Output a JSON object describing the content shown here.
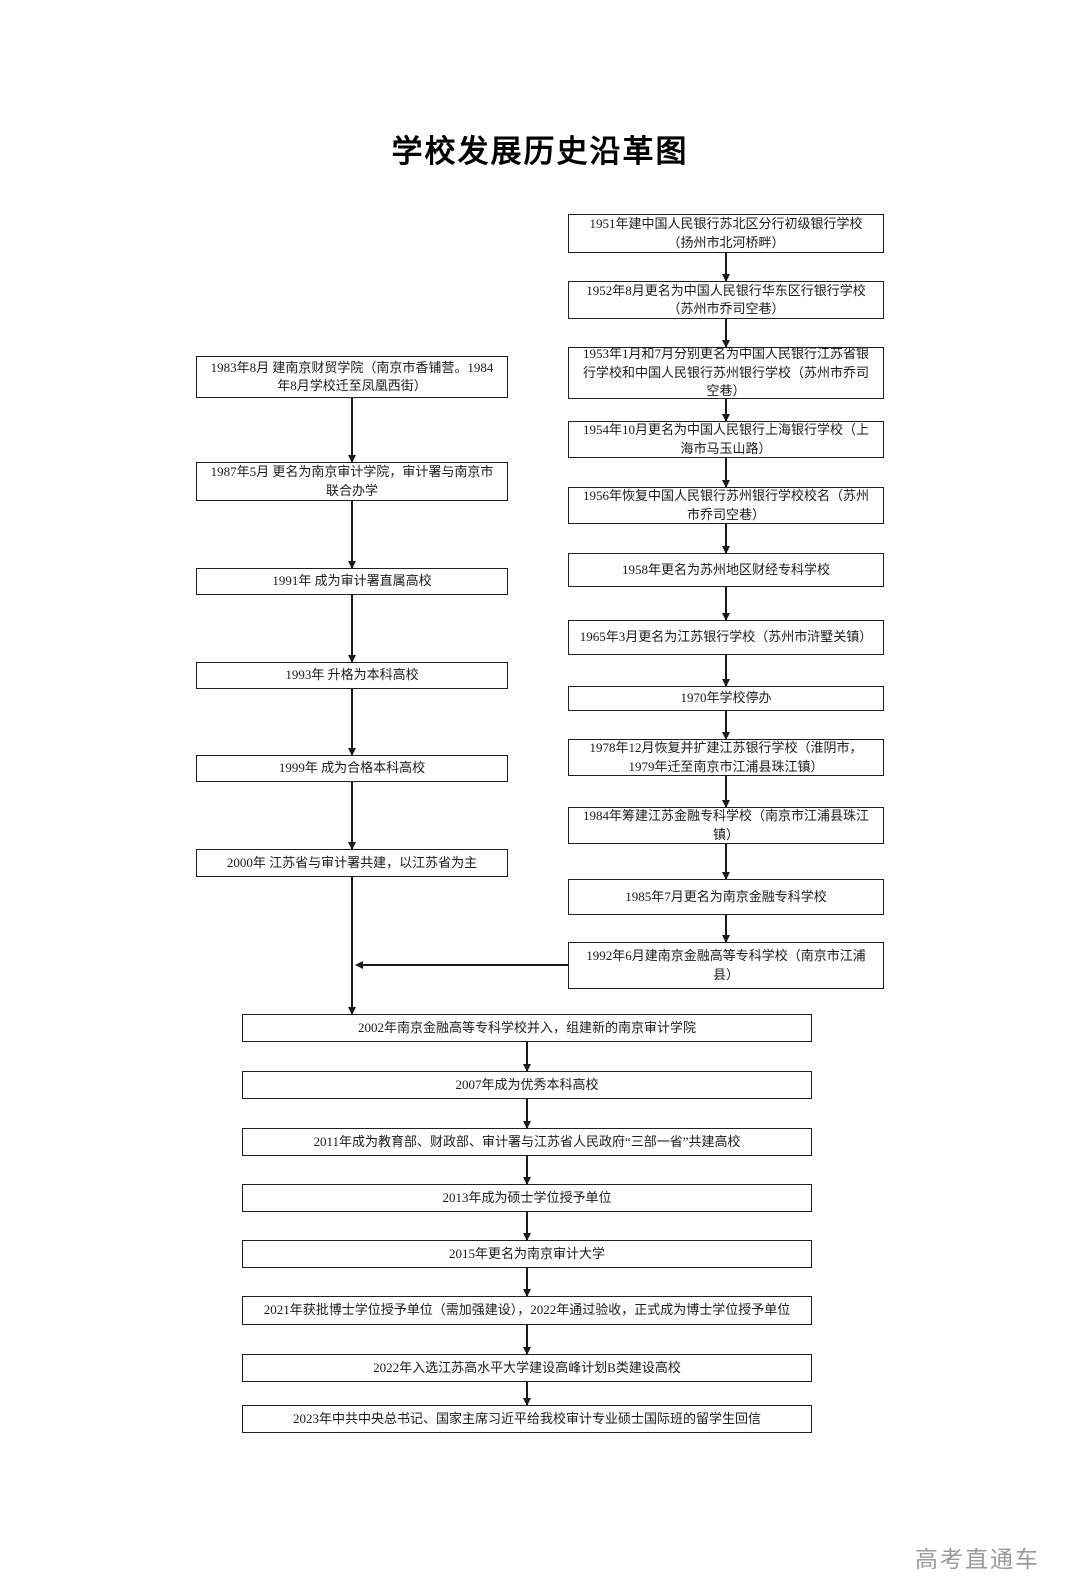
{
  "page": {
    "title": "学校发展历史沿革图",
    "watermark": "高考直通车"
  },
  "flowchart": {
    "left": [
      "1983年8月 建南京财贸学院（南京市香铺营。1984年8月学校迁至凤凰西街）",
      "1987年5月 更名为南京审计学院，审计署与南京市联合办学",
      "1991年 成为审计署直属高校",
      "1993年 升格为本科高校",
      "1999年 成为合格本科高校",
      "2000年 江苏省与审计署共建，以江苏省为主"
    ],
    "right": [
      "1951年建中国人民银行苏北区分行初级银行学校（扬州市北河桥畔）",
      "1952年8月更名为中国人民银行华东区行银行学校（苏州市乔司空巷）",
      "1953年1月和7月分别更名为中国人民银行江苏省银行学校和中国人民银行苏州银行学校（苏州市乔司空巷）",
      "1954年10月更名为中国人民银行上海银行学校（上海市马玉山路）",
      "1956年恢复中国人民银行苏州银行学校校名（苏州市乔司空巷）",
      "1958年更名为苏州地区财经专科学校",
      "1965年3月更名为江苏银行学校（苏州市浒墅关镇）",
      "1970年学校停办",
      "1978年12月恢复并扩建江苏银行学校（淮阴市，1979年迁至南京市江浦县珠江镇）",
      "1984年筹建江苏金融专科学校（南京市江浦县珠江镇）",
      "1985年7月更名为南京金融专科学校",
      "1992年6月建南京金融高等专科学校（南京市江浦县）"
    ],
    "merged": [
      "2002年南京金融高等专科学校并入，组建新的南京审计学院",
      "2007年成为优秀本科高校",
      "2011年成为教育部、财政部、审计署与江苏省人民政府“三部一省”共建高校",
      "2013年成为硕士学位授予单位",
      "2015年更名为南京审计大学",
      "2021年获批博士学位授予单位（需加强建设），2022年通过验收，正式成为博士学位授予单位",
      "2022年入选江苏高水平大学建设高峰计划B类建设高校",
      "2023年中共中央总书记、国家主席习近平给我校审计专业硕士国际班的留学生回信"
    ]
  }
}
